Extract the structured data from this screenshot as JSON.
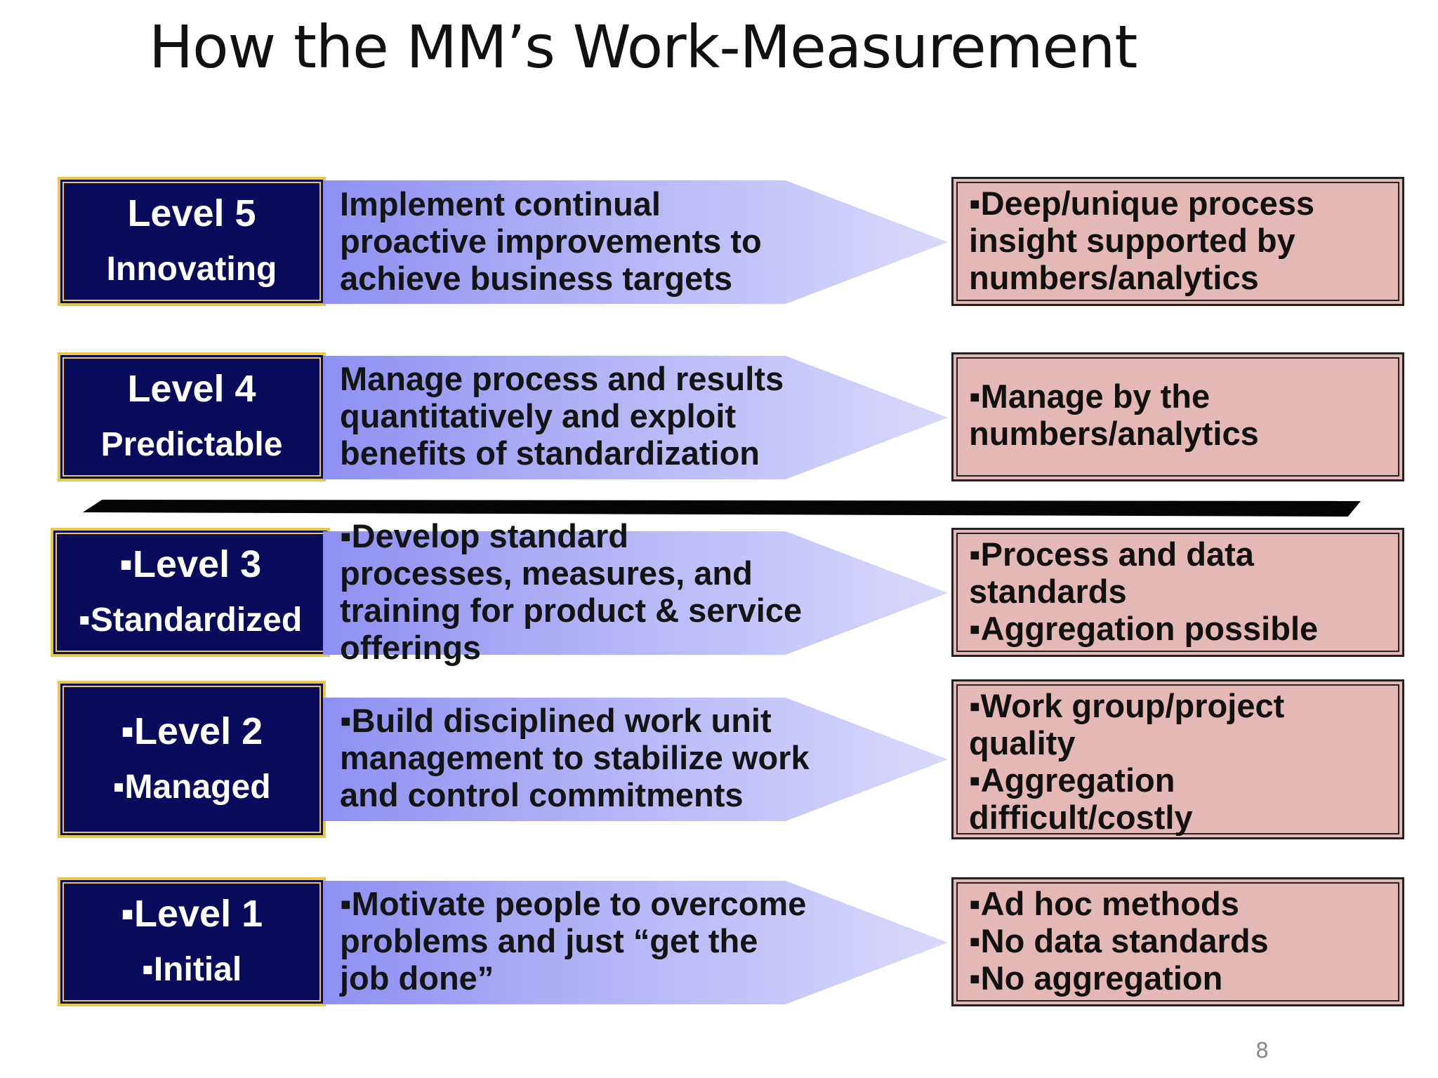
{
  "title": "How the MM’s Work-Measurement",
  "page_number": "8",
  "levels": [
    {
      "level": "Level 5",
      "name": "Innovating",
      "description": [
        "Implement continual",
        "proactive improvements to",
        "achieve business targets"
      ],
      "outcome": [
        "▪Deep/unique process",
        "insight supported by",
        "numbers/analytics"
      ]
    },
    {
      "level": "Level 4",
      "name": "Predictable",
      "description": [
        "Manage process and results",
        "quantitatively and exploit",
        "benefits of standardization"
      ],
      "outcome": [
        "▪Manage by the",
        "numbers/analytics"
      ]
    },
    {
      "level": "▪Level 3",
      "name": "▪Standardized",
      "description": [
        "▪Develop standard",
        "processes, measures, and",
        "training for product & service",
        "offerings"
      ],
      "outcome": [
        "▪Process and data",
        "standards",
        "▪Aggregation possible"
      ]
    },
    {
      "level": "▪Level 2",
      "name": "▪Managed",
      "description": [
        "▪Build disciplined work unit",
        "management to stabilize work",
        "and control commitments"
      ],
      "outcome": [
        "▪Work group/project",
        "quality",
        "▪Aggregation",
        "difficult/costly"
      ]
    },
    {
      "level": "▪Level 1",
      "name": "▪Initial",
      "description": [
        "▪Motivate people to overcome",
        "problems and just “get the",
        "job done”"
      ],
      "outcome": [
        "▪Ad hoc methods",
        "▪No data standards",
        "▪No aggregation"
      ]
    }
  ],
  "colors": {
    "level_box": "#0b0b5e",
    "level_border": "#e8c84a",
    "arrow_start": "#8f8ff2",
    "arrow_end": "#d9d9fc",
    "outcome_box": "#e5b8b8"
  }
}
